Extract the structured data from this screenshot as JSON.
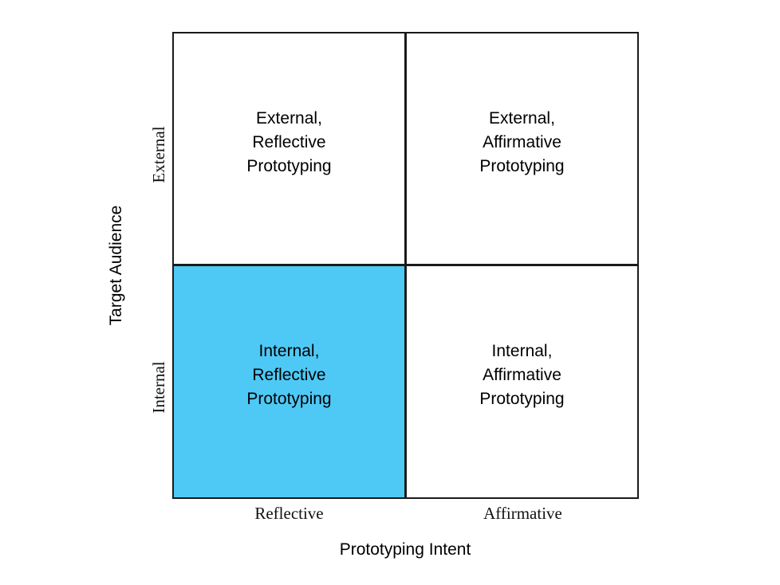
{
  "quadrants": {
    "top_left": "External,\nReflective\nPrototyping",
    "top_right": "External,\nAffirmative\nPrototyping",
    "bottom_left": "Internal,\nReflective\nPrototyping",
    "bottom_right": "Internal,\nAffirmative\nPrototyping"
  },
  "highlight_color": "#4ec9f5",
  "y_axis": {
    "title": "Target Audience",
    "top_label": "External",
    "bottom_label": "Internal"
  },
  "x_axis": {
    "title": "Prototyping Intent",
    "left_label": "Reflective",
    "right_label": "Affirmative"
  }
}
